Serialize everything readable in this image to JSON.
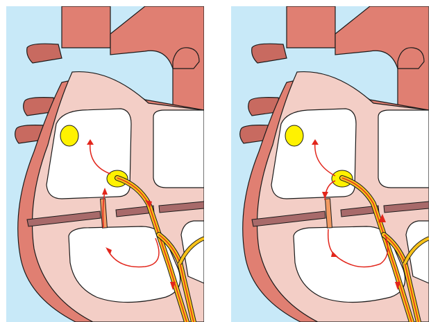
{
  "figure": {
    "panels": [
      {
        "id": "left",
        "pathway_variant": "antegrade-loop"
      },
      {
        "id": "right",
        "pathway_variant": "retrograde-loop"
      }
    ]
  },
  "colors": {
    "background": "#c8e9f8",
    "heart_outer": "#e07f72",
    "heart_dark": "#c86a60",
    "heart_inner": "#f3cec6",
    "chamber": "#ffffff",
    "node": "#fff200",
    "septum": "#a86a6a",
    "accessory_pathway": "#f29a62",
    "bundle_fill": "#f7c21a",
    "bundle_core": "#e2261c",
    "arrow": "#e2261c",
    "outline": "#1a1a1a",
    "border": "#5aaee0"
  }
}
